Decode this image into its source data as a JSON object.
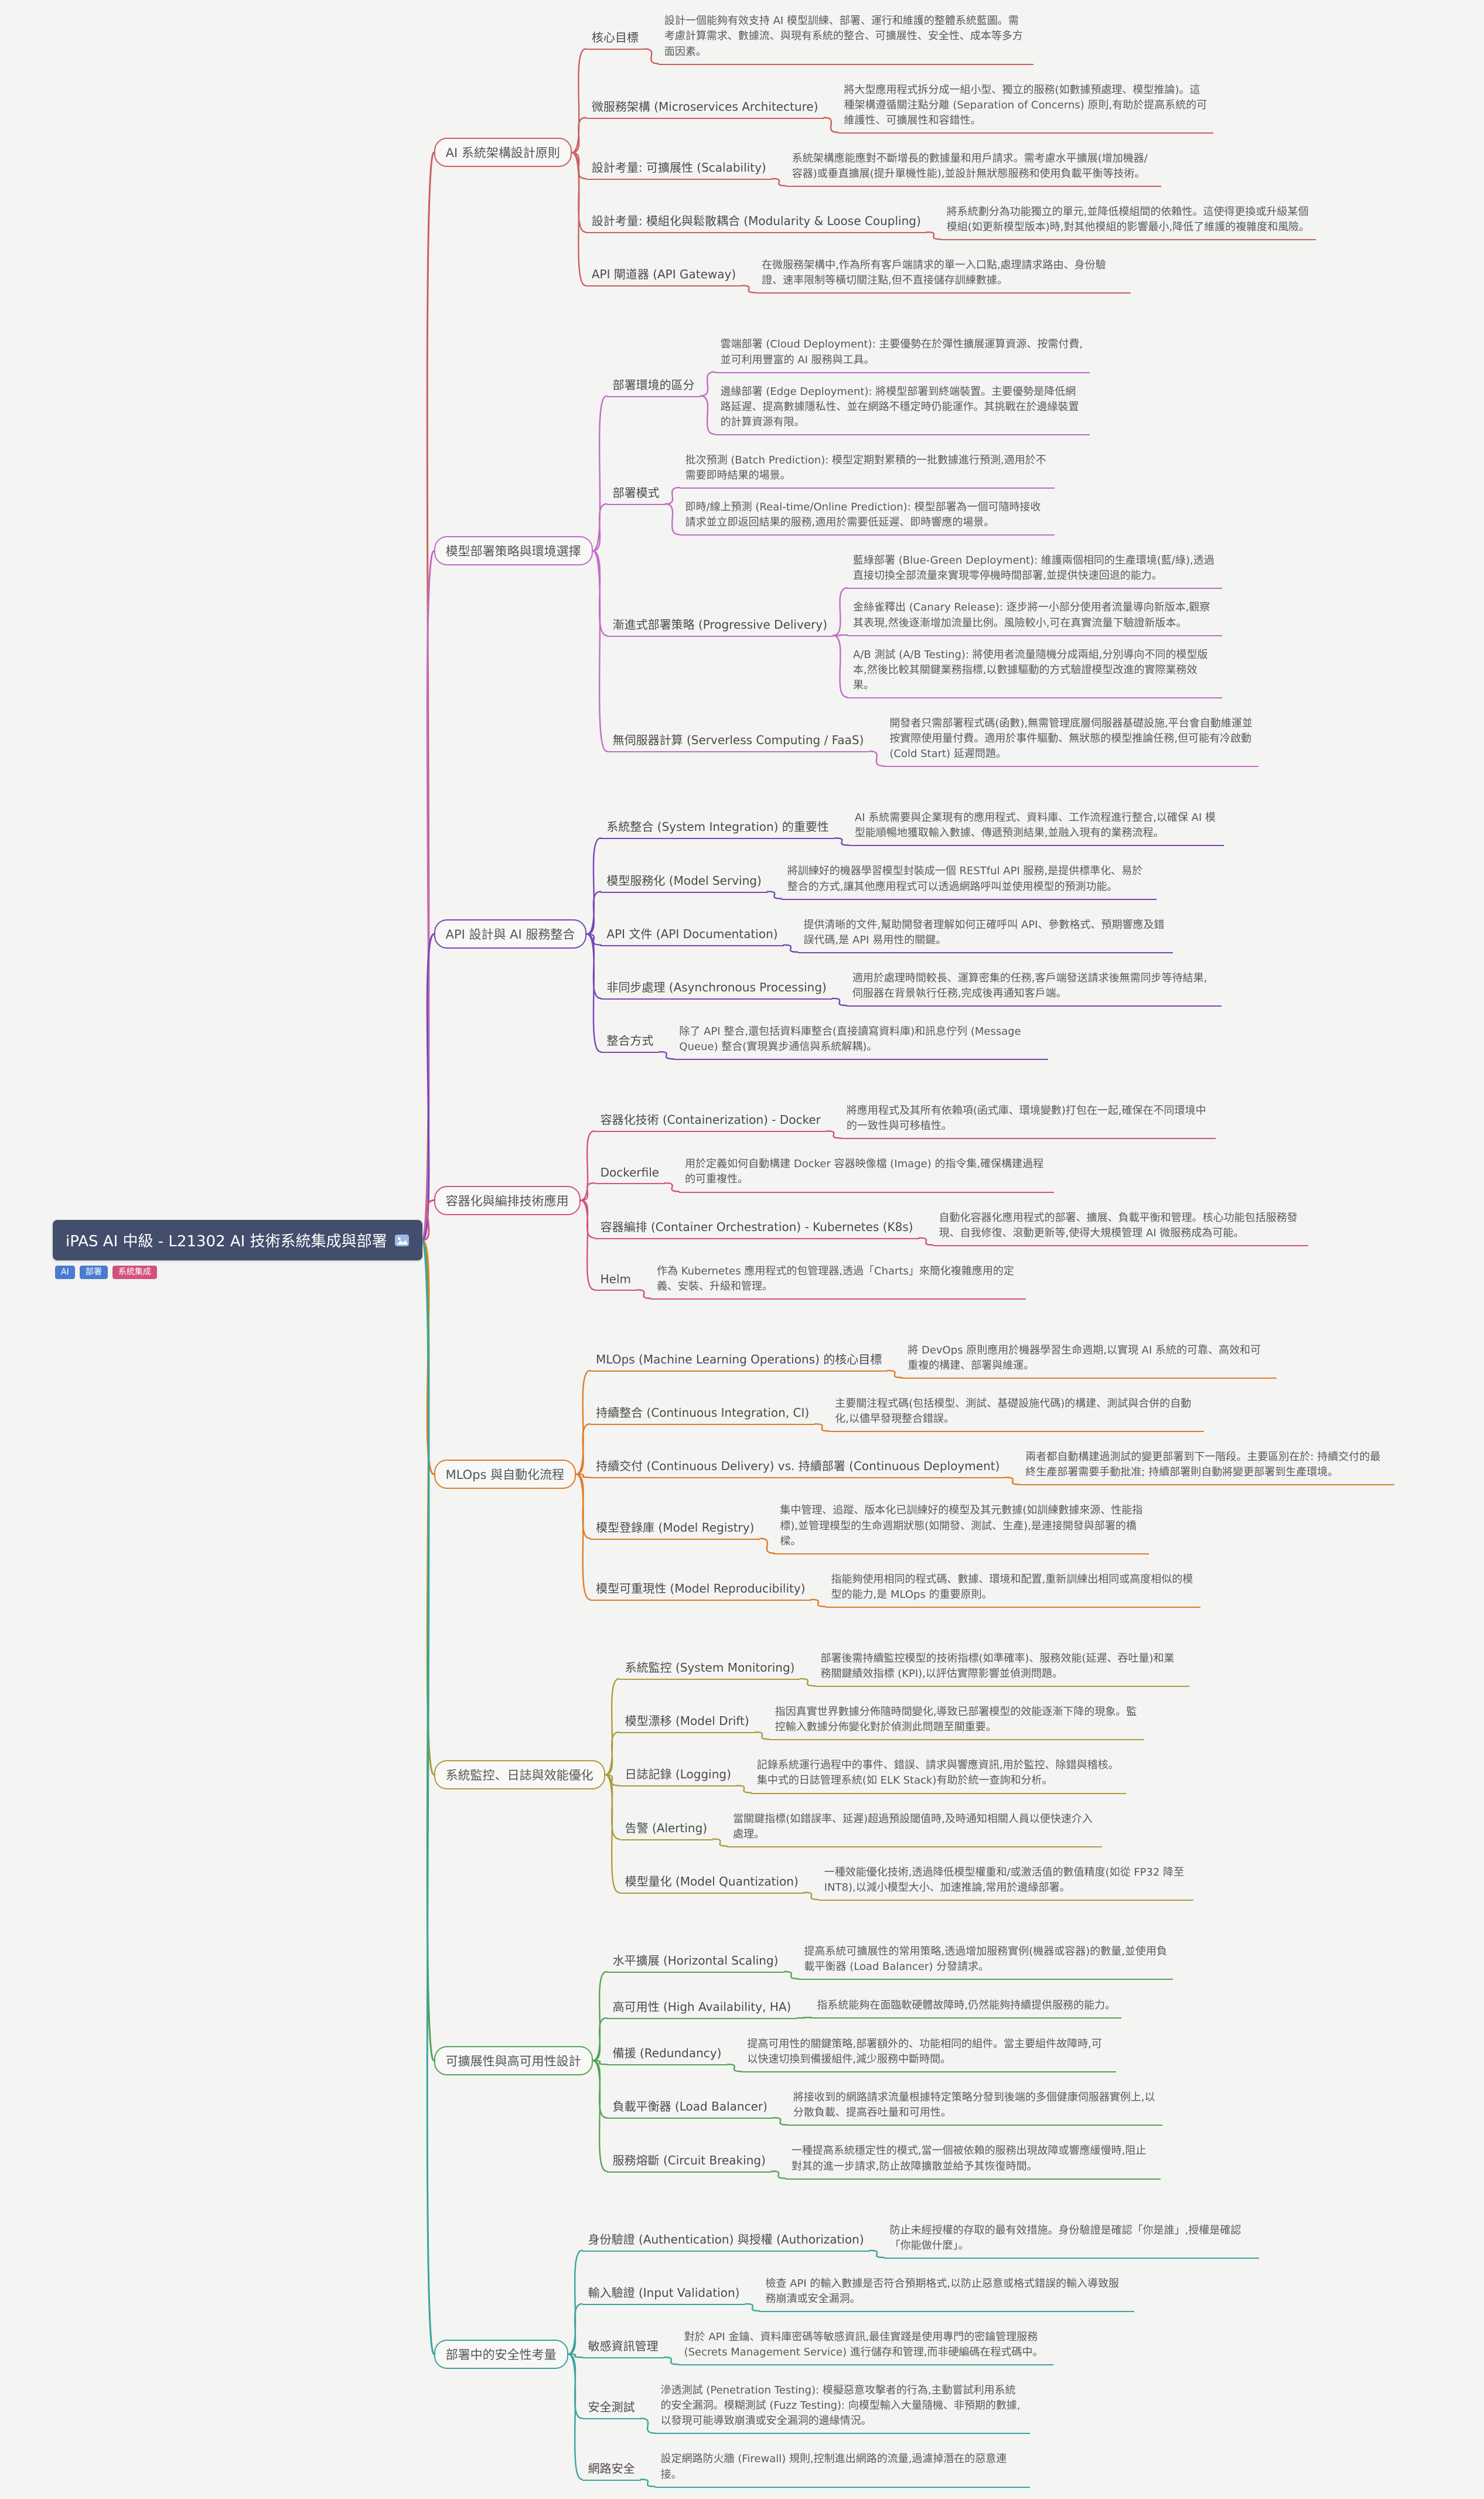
{
  "canvas": {
    "background": "#f4f4f2"
  },
  "root": {
    "title": "iPAS AI 中級 - L21302 AI 技術系統集成與部署",
    "fill": "#424e6b",
    "text_color": "#ffffff",
    "icon": "image-icon",
    "tags": [
      {
        "label": "AI",
        "color": "#4a7bd0"
      },
      {
        "label": "部署",
        "color": "#4a7bd0"
      },
      {
        "label": "系統集成",
        "color": "#d2527f"
      }
    ]
  },
  "branches": [
    {
      "label": "AI 系統架構設計原則",
      "color": "#c9605f",
      "children": [
        {
          "label": "核心目標",
          "children": [
            {
              "label": "設計一個能夠有效支持 AI 模型訓練、部署、運行和維護的整體系統藍圖。需考慮計算需求、數據流、與現有系統的整合、可擴展性、安全性、成本等多方面因素。"
            }
          ]
        },
        {
          "label": "微服務架構 (Microservices Architecture)",
          "children": [
            {
              "label": "將大型應用程式拆分成一組小型、獨立的服務(如數據預處理、模型推論)。這種架構遵循關注點分離 (Separation of Concerns) 原則,有助於提高系統的可維護性、可擴展性和容錯性。"
            }
          ]
        },
        {
          "label": "設計考量: 可擴展性 (Scalability)",
          "children": [
            {
              "label": "系統架構應能應對不斷增長的數據量和用戶請求。需考慮水平擴展(增加機器/容器)或垂直擴展(提升單機性能),並設計無狀態服務和使用負載平衡等技術。"
            }
          ]
        },
        {
          "label": "設計考量: 模組化與鬆散耦合 (Modularity & Loose Coupling)",
          "children": [
            {
              "label": "將系統劃分為功能獨立的單元,並降低模組間的依賴性。這使得更換或升級某個模組(如更新模型版本)時,對其他模組的影響最小,降低了維護的複雜度和風險。"
            }
          ]
        },
        {
          "label": "API 閘道器 (API Gateway)",
          "children": [
            {
              "label": "在微服務架構中,作為所有客戶端請求的單一入口點,處理請求路由、身份驗證、速率限制等橫切關注點,但不直接儲存訓練數據。"
            }
          ]
        }
      ]
    },
    {
      "label": "模型部署策略與環境選擇",
      "color": "#c26bc7",
      "children": [
        {
          "label": "部署環境的區分",
          "children": [
            {
              "label": "雲端部署 (Cloud Deployment): 主要優勢在於彈性擴展運算資源、按需付費,並可利用豐富的 AI 服務與工具。"
            },
            {
              "label": "邊緣部署 (Edge Deployment): 將模型部署到終端裝置。主要優勢是降低網路延遲、提高數據隱私性、並在網路不穩定時仍能運作。其挑戰在於邊緣裝置的計算資源有限。"
            }
          ]
        },
        {
          "label": "部署模式",
          "children": [
            {
              "label": "批次預測 (Batch Prediction): 模型定期對累積的一批數據進行預測,適用於不需要即時結果的場景。"
            },
            {
              "label": "即時/線上預測 (Real-time/Online Prediction): 模型部署為一個可隨時接收請求並立即返回結果的服務,適用於需要低延遲、即時響應的場景。"
            }
          ]
        },
        {
          "label": "漸進式部署策略 (Progressive Delivery)",
          "children": [
            {
              "label": "藍綠部署 (Blue-Green Deployment): 維護兩個相同的生產環境(藍/綠),透過直接切換全部流量來實現零停機時間部署,並提供快速回退的能力。"
            },
            {
              "label": "金絲雀釋出 (Canary Release): 逐步將一小部分使用者流量導向新版本,觀察其表現,然後逐漸增加流量比例。風險較小,可在真實流量下驗證新版本。"
            },
            {
              "label": "A/B 測試 (A/B Testing): 將使用者流量隨機分成兩組,分別導向不同的模型版本,然後比較其關鍵業務指標,以數據驅動的方式驗證模型改進的實際業務效果。"
            }
          ]
        },
        {
          "label": "無伺服器計算 (Serverless Computing / FaaS)",
          "children": [
            {
              "label": "開發者只需部署程式碼(函數),無需管理底層伺服器基礎設施,平台會自動維運並按實際使用量付費。適用於事件驅動、無狀態的模型推論任務,但可能有冷啟動 (Cold Start) 延遲問題。"
            }
          ]
        }
      ]
    },
    {
      "label": "API 設計與 AI 服務整合",
      "color": "#7646b8",
      "children": [
        {
          "label": "系統整合 (System Integration) 的重要性",
          "children": [
            {
              "label": "AI 系統需要與企業現有的應用程式、資料庫、工作流程進行整合,以確保 AI 模型能順暢地獲取輸入數據、傳遞預測結果,並融入現有的業務流程。"
            }
          ]
        },
        {
          "label": "模型服務化 (Model Serving)",
          "children": [
            {
              "label": "將訓練好的機器學習模型封裝成一個 RESTful API 服務,是提供標準化、易於整合的方式,讓其他應用程式可以透過網路呼叫並使用模型的預測功能。"
            }
          ]
        },
        {
          "label": "API 文件 (API Documentation)",
          "children": [
            {
              "label": "提供清晰的文件,幫助開發者理解如何正確呼叫 API、參數格式、預期響應及錯誤代碼,是 API 易用性的關鍵。"
            }
          ]
        },
        {
          "label": "非同步處理 (Asynchronous Processing)",
          "children": [
            {
              "label": "適用於處理時間較長、運算密集的任務,客戶端發送請求後無需同步等待結果,伺服器在背景執行任務,完成後再通知客戶端。"
            }
          ]
        },
        {
          "label": "整合方式",
          "children": [
            {
              "label": "除了 API 整合,還包括資料庫整合(直接讀寫資料庫)和訊息佇列 (Message Queue) 整合(實現異步通信與系統解耦)。"
            }
          ]
        }
      ]
    },
    {
      "label": "容器化與編排技術應用",
      "color": "#d5527c",
      "children": [
        {
          "label": "容器化技術 (Containerization) - Docker",
          "children": [
            {
              "label": "將應用程式及其所有依賴項(函式庫、環境變數)打包在一起,確保在不同環境中的一致性與可移植性。"
            }
          ]
        },
        {
          "label": "Dockerfile",
          "children": [
            {
              "label": "用於定義如何自動構建 Docker 容器映像檔 (Image) 的指令集,確保構建過程的可重複性。"
            }
          ]
        },
        {
          "label": "容器編排 (Container Orchestration) - Kubernetes (K8s)",
          "children": [
            {
              "label": "自動化容器化應用程式的部署、擴展、負載平衡和管理。核心功能包括服務發現、自我修復、滾動更新等,使得大規模管理 AI 微服務成為可能。"
            }
          ]
        },
        {
          "label": "Helm",
          "children": [
            {
              "label": "作為 Kubernetes 應用程式的包管理器,透過「Charts」來簡化複雜應用的定義、安裝、升級和管理。"
            }
          ]
        }
      ]
    },
    {
      "label": "MLOps 與自動化流程",
      "color": "#dd7d28",
      "children": [
        {
          "label": "MLOps (Machine Learning Operations) 的核心目標",
          "children": [
            {
              "label": "將 DevOps 原則應用於機器學習生命週期,以實現 AI 系統的可靠、高效和可重複的構建、部署與維運。"
            }
          ]
        },
        {
          "label": "持續整合 (Continuous Integration, CI)",
          "children": [
            {
              "label": "主要關注程式碼(包括模型、測試、基礎設施代碼)的構建、測試與合併的自動化,以儘早發現整合錯誤。"
            }
          ]
        },
        {
          "label": "持續交付 (Continuous Delivery) vs. 持續部署 (Continuous Deployment)",
          "children": [
            {
              "label": "兩者都自動構建過測試的變更部署到下一階段。主要區別在於: 持續交付的最終生產部署需要手動批准; 持續部署則自動將變更部署到生產環境。"
            }
          ]
        },
        {
          "label": "模型登錄庫 (Model Registry)",
          "children": [
            {
              "label": "集中管理、追蹤、版本化已訓練好的模型及其元數據(如訓練數據來源、性能指標),並管理模型的生命週期狀態(如開發、測試、生產),是連接開發與部署的橋樑。"
            }
          ]
        },
        {
          "label": "模型可重現性 (Model Reproducibility)",
          "children": [
            {
              "label": "指能夠使用相同的程式碼、數據、環境和配置,重新訓練出相同或高度相似的模型的能力,是 MLOps 的重要原則。"
            }
          ]
        }
      ]
    },
    {
      "label": "系統監控、日誌與效能優化",
      "color": "#af9b3c",
      "children": [
        {
          "label": "系統監控 (System Monitoring)",
          "children": [
            {
              "label": "部署後需持續監控模型的技術指標(如準確率)、服務效能(延遲、吞吐量)和業務關鍵績效指標 (KPI),以評估實際影響並偵測問題。"
            }
          ]
        },
        {
          "label": "模型漂移 (Model Drift)",
          "children": [
            {
              "label": "指因真實世界數據分佈隨時間變化,導致已部署模型的效能逐漸下降的現象。監控輸入數據分佈變化對於偵測此問題至關重要。"
            }
          ]
        },
        {
          "label": "日誌記錄 (Logging)",
          "children": [
            {
              "label": "記錄系統運行過程中的事件、錯誤、請求與響應資訊,用於監控、除錯與稽核。集中式的日誌管理系統(如 ELK Stack)有助於統一查詢和分析。"
            }
          ]
        },
        {
          "label": "告警 (Alerting)",
          "children": [
            {
              "label": "當關鍵指標(如錯誤率、延遲)超過預設閾值時,及時通知相關人員以便快速介入處理。"
            }
          ]
        },
        {
          "label": "模型量化 (Model Quantization)",
          "children": [
            {
              "label": "一種效能優化技術,透過降低模型權重和/或激活值的數值精度(如從 FP32 降至 INT8),以減小模型大小、加速推論,常用於邊緣部署。"
            }
          ]
        }
      ]
    },
    {
      "label": "可擴展性與高可用性設計",
      "color": "#55a355",
      "children": [
        {
          "label": "水平擴展 (Horizontal Scaling)",
          "children": [
            {
              "label": "提高系統可擴展性的常用策略,透過增加服務實例(機器或容器)的數量,並使用負載平衡器 (Load Balancer) 分發請求。"
            }
          ]
        },
        {
          "label": "高可用性 (High Availability, HA)",
          "children": [
            {
              "label": "指系統能夠在面臨軟硬體故障時,仍然能夠持續提供服務的能力。"
            }
          ]
        },
        {
          "label": "備援 (Redundancy)",
          "children": [
            {
              "label": "提高可用性的關鍵策略,部署額外的、功能相同的組件。當主要組件故障時,可以快速切換到備援組件,減少服務中斷時間。"
            }
          ]
        },
        {
          "label": "負載平衡器 (Load Balancer)",
          "children": [
            {
              "label": "將接收到的網路請求流量根據特定策略分發到後端的多個健康伺服器實例上,以分散負載、提高吞吐量和可用性。"
            }
          ]
        },
        {
          "label": "服務熔斷 (Circuit Breaking)",
          "children": [
            {
              "label": "一種提高系統穩定性的模式,當一個被依賴的服務出現故障或響應緩慢時,阻止對其的進一步請求,防止故障擴散並給予其恢復時間。"
            }
          ]
        }
      ]
    },
    {
      "label": "部署中的安全性考量",
      "color": "#3aa49e",
      "children": [
        {
          "label": "身份驗證 (Authentication) 與授權 (Authorization)",
          "children": [
            {
              "label": "防止未經授權的存取的最有效措施。身份驗證是確認「你是誰」,授權是確認「你能做什麼」。"
            }
          ]
        },
        {
          "label": "輸入驗證 (Input Validation)",
          "children": [
            {
              "label": "檢查 API 的輸入數據是否符合預期格式,以防止惡意或格式錯誤的輸入導致服務崩潰或安全漏洞。"
            }
          ]
        },
        {
          "label": "敏感資訊管理",
          "children": [
            {
              "label": "對於 API 金鑰、資料庫密碼等敏感資訊,最佳實踐是使用專門的密鑰管理服務 (Secrets Management Service) 進行儲存和管理,而非硬編碼在程式碼中。"
            }
          ]
        },
        {
          "label": "安全測試",
          "children": [
            {
              "label": "滲透測試 (Penetration Testing): 模擬惡意攻擊者的行為,主動嘗試利用系統的安全漏洞。模糊測試 (Fuzz Testing): 向模型輸入大量隨機、非預期的數據,以發現可能導致崩潰或安全漏洞的邊緣情況。"
            }
          ]
        },
        {
          "label": "網路安全",
          "children": [
            {
              "label": "設定網路防火牆 (Firewall) 規則,控制進出網路的流量,過濾掉潛在的惡意連接。"
            }
          ]
        }
      ]
    }
  ]
}
